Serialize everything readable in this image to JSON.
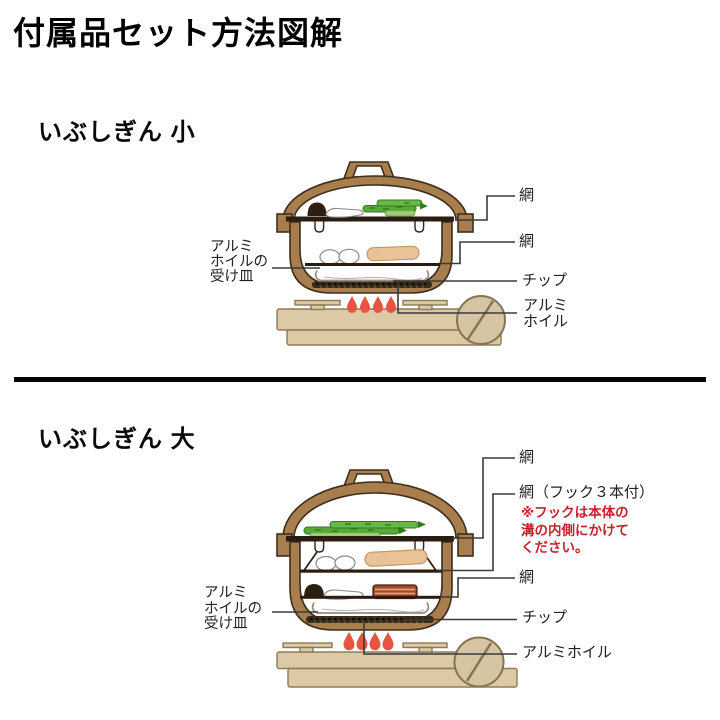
{
  "title": "付属品セット方法図解",
  "colors": {
    "pot_brown": "#a97e4e",
    "stove_tan": "#dccaa7",
    "flame_red": "#e75441",
    "asparagus_green": "#57a93a",
    "asparagus_light": "#9ecb74",
    "asparagus_mid": "#6ab648",
    "meat_red": "#a8432c",
    "note_red": "#c9202e"
  },
  "small": {
    "heading": "いぶしぎん 小",
    "labels": {
      "net_top": "網",
      "net_mid": "網",
      "chip": "チップ",
      "foil_l1": "アルミ",
      "foil_l2": "ホイル",
      "tray_l1": "アルミ",
      "tray_l2": "ホイルの",
      "tray_l3": "受け皿"
    }
  },
  "large": {
    "heading": "いぶしぎん 大",
    "labels": {
      "net_top": "網",
      "net_hook": "網（フック３本付）",
      "note_l1": "※フックは本体の",
      "note_l2": "溝の内側にかけて",
      "note_l3": "ください。",
      "net_bottom": "網",
      "chip": "チップ",
      "foil": "アルミホイル",
      "tray_l1": "アルミ",
      "tray_l2": "ホイルの",
      "tray_l3": "受け皿"
    }
  }
}
